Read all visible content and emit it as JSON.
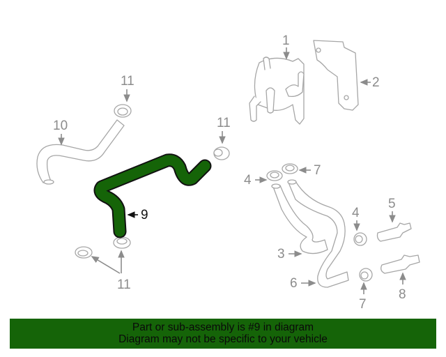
{
  "diagram": {
    "highlighted_part": "9",
    "highlight_color": "#156408",
    "callouts": [
      {
        "id": "c1",
        "label": "1"
      },
      {
        "id": "c2",
        "label": "2"
      },
      {
        "id": "c3",
        "label": "3"
      },
      {
        "id": "c4a",
        "label": "4"
      },
      {
        "id": "c4b",
        "label": "4"
      },
      {
        "id": "c5",
        "label": "5"
      },
      {
        "id": "c6",
        "label": "6"
      },
      {
        "id": "c7a",
        "label": "7"
      },
      {
        "id": "c7b",
        "label": "7"
      },
      {
        "id": "c8",
        "label": "8"
      },
      {
        "id": "c9",
        "label": "9"
      },
      {
        "id": "c10",
        "label": "10"
      },
      {
        "id": "c11a",
        "label": "11"
      },
      {
        "id": "c11b",
        "label": "11"
      },
      {
        "id": "c11c",
        "label": "11"
      }
    ]
  },
  "banner": {
    "line1": "Part or sub-assembly is #9 in diagram",
    "line2": "Diagram may not be specific to your vehicle",
    "background": "#156408"
  }
}
